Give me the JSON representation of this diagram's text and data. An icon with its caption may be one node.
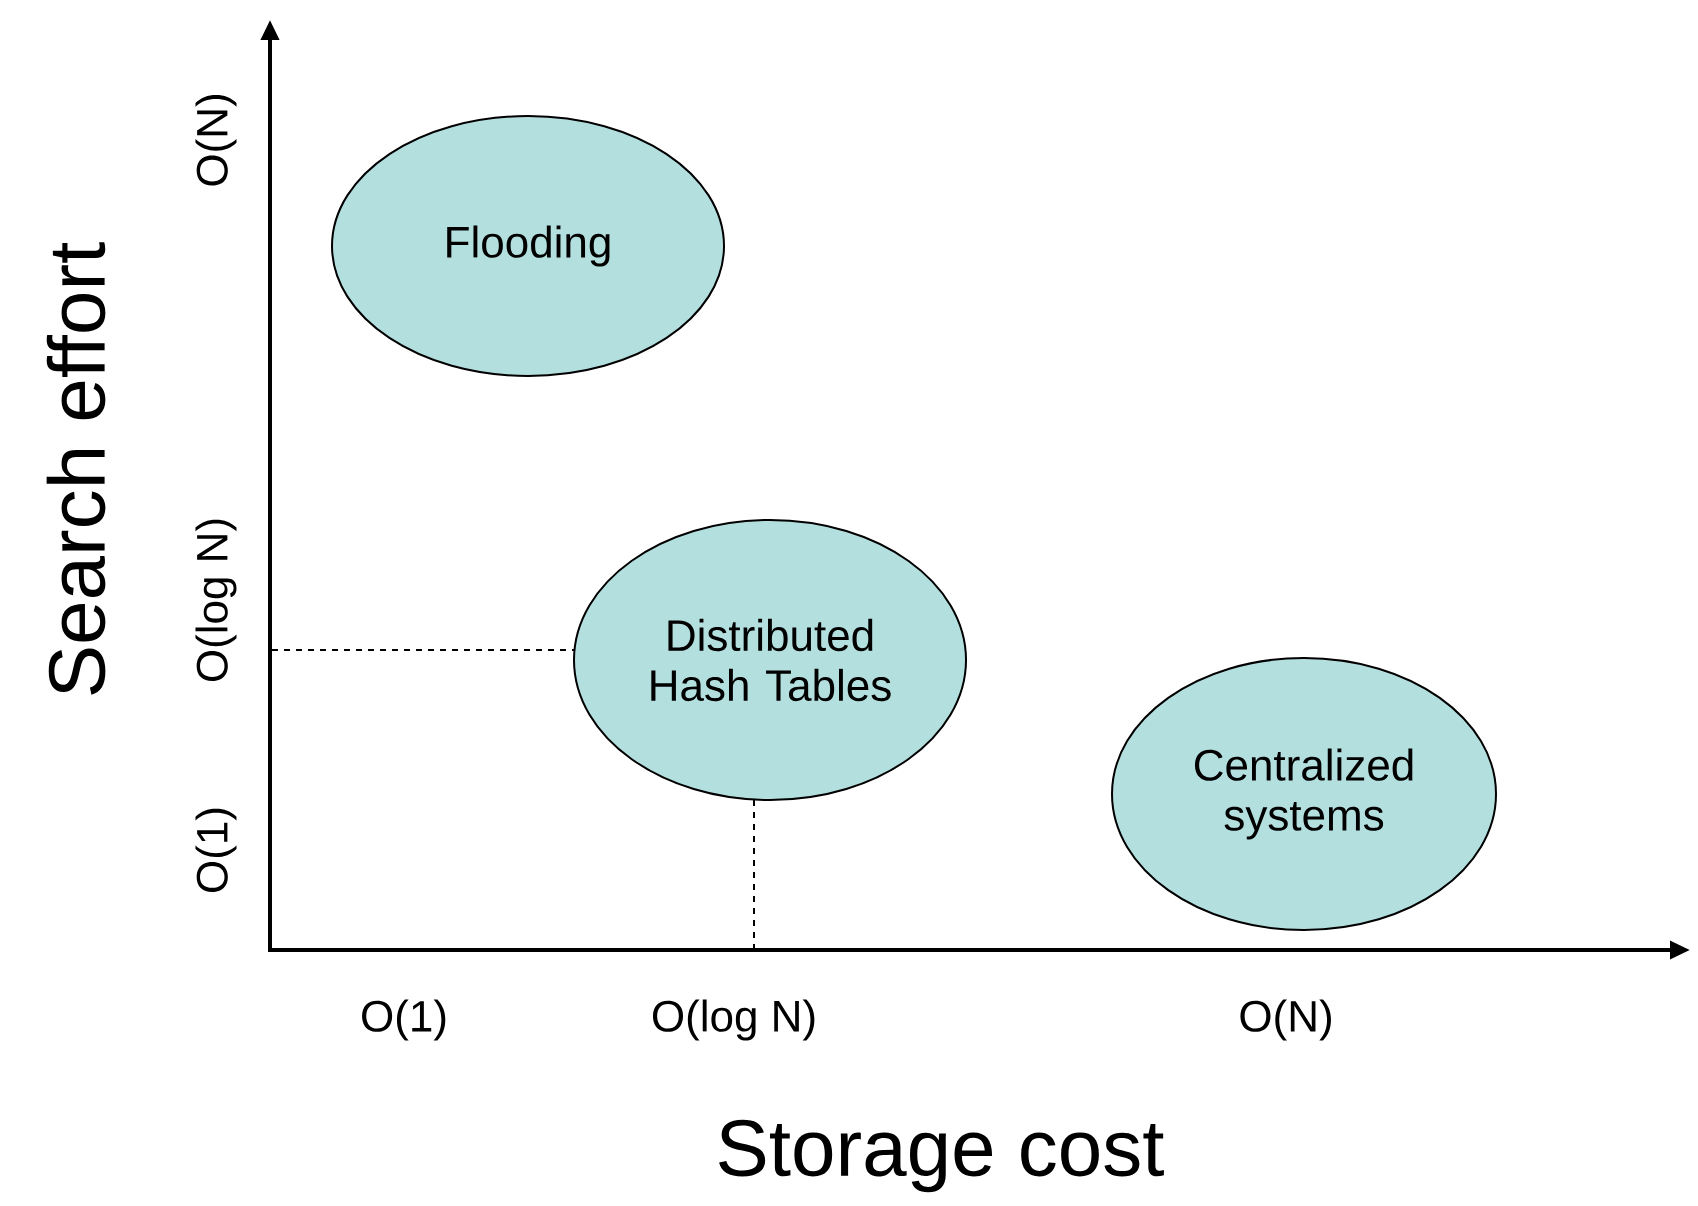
{
  "diagram": {
    "nodes": [
      {
        "text": [
          "Flooding"
        ]
      },
      {
        "text": [
          "Distributed Hash Tables"
        ]
      },
      {
        "text": [
          "Centralized systems"
        ]
      }
    ],
    "labels": [
      "O(N)",
      "O(log N)",
      "O(1)",
      "Search effort",
      "O(1)",
      "O(log N)",
      "O(N)",
      "Storage cost"
    ]
  }
}
